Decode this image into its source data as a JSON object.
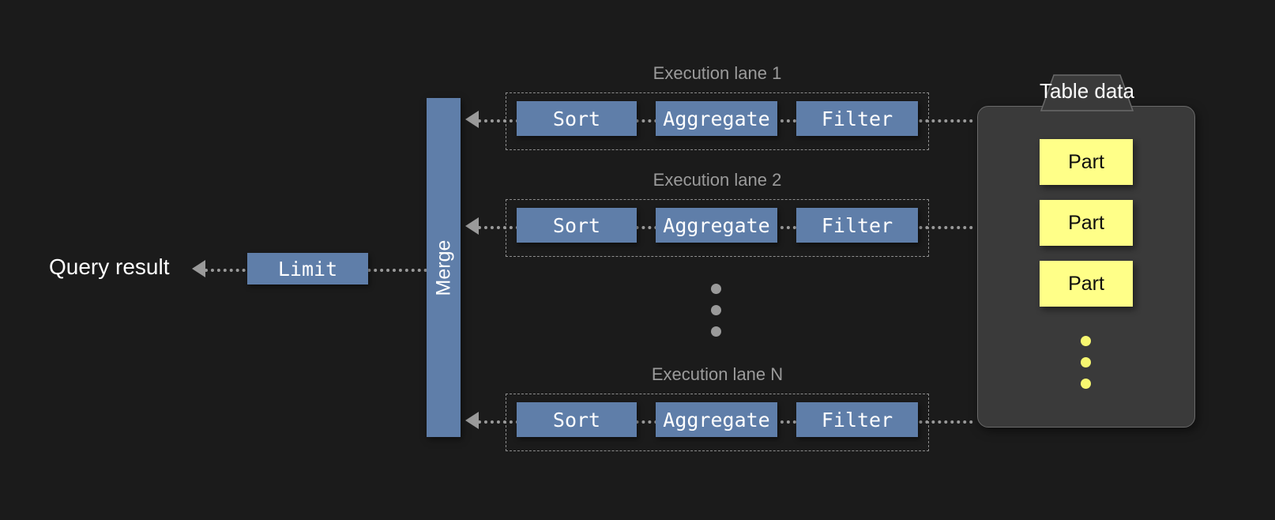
{
  "diagram": {
    "title_hidden": "",
    "background_color": "#1b1b1b",
    "accent_color": "#5f7ea9",
    "part_color": "#ffff88",
    "panel_color": "#3a3a3a",
    "line_color": "#9a9a9a",
    "label_color": "#9b9b9b"
  },
  "query_result": {
    "label": "Query result"
  },
  "limit": {
    "label": "Limit"
  },
  "merge": {
    "label": "Merge"
  },
  "lanes": [
    {
      "label": "Execution lane 1",
      "stages": [
        {
          "label": "Sort"
        },
        {
          "label": "Aggregate"
        },
        {
          "label": "Filter"
        }
      ]
    },
    {
      "label": "Execution lane 2",
      "stages": [
        {
          "label": "Sort"
        },
        {
          "label": "Aggregate"
        },
        {
          "label": "Filter"
        }
      ]
    },
    {
      "label": "Execution lane N",
      "stages": [
        {
          "label": "Sort"
        },
        {
          "label": "Aggregate"
        },
        {
          "label": "Filter"
        }
      ]
    }
  ],
  "lane_ellipsis": {
    "dot_count": 3,
    "color": "#9a9a9a"
  },
  "table_data": {
    "title": "Table data",
    "parts": [
      {
        "label": "Part"
      },
      {
        "label": "Part"
      },
      {
        "label": "Part"
      }
    ],
    "ellipsis": {
      "dot_count": 3,
      "color": "#f7f770"
    }
  }
}
